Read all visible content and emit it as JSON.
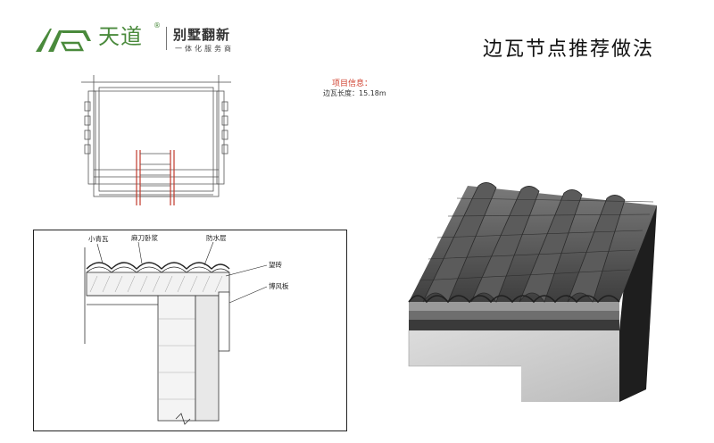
{
  "brand": {
    "name": "天道",
    "registered": "®",
    "tagline": "别墅翻新",
    "subtagline": "一体化服务商",
    "logo_color": "#4a8a3c"
  },
  "page_title": "边瓦节点推荐做法",
  "project_info": {
    "heading": "项目信息：",
    "length_text": "边瓦长度：15.18m",
    "heading_color": "#d0402f"
  },
  "section_drawing": {
    "callouts": [
      "小青瓦",
      "麻刀卧浆",
      "防水层",
      "望砖",
      "博风板"
    ]
  }
}
